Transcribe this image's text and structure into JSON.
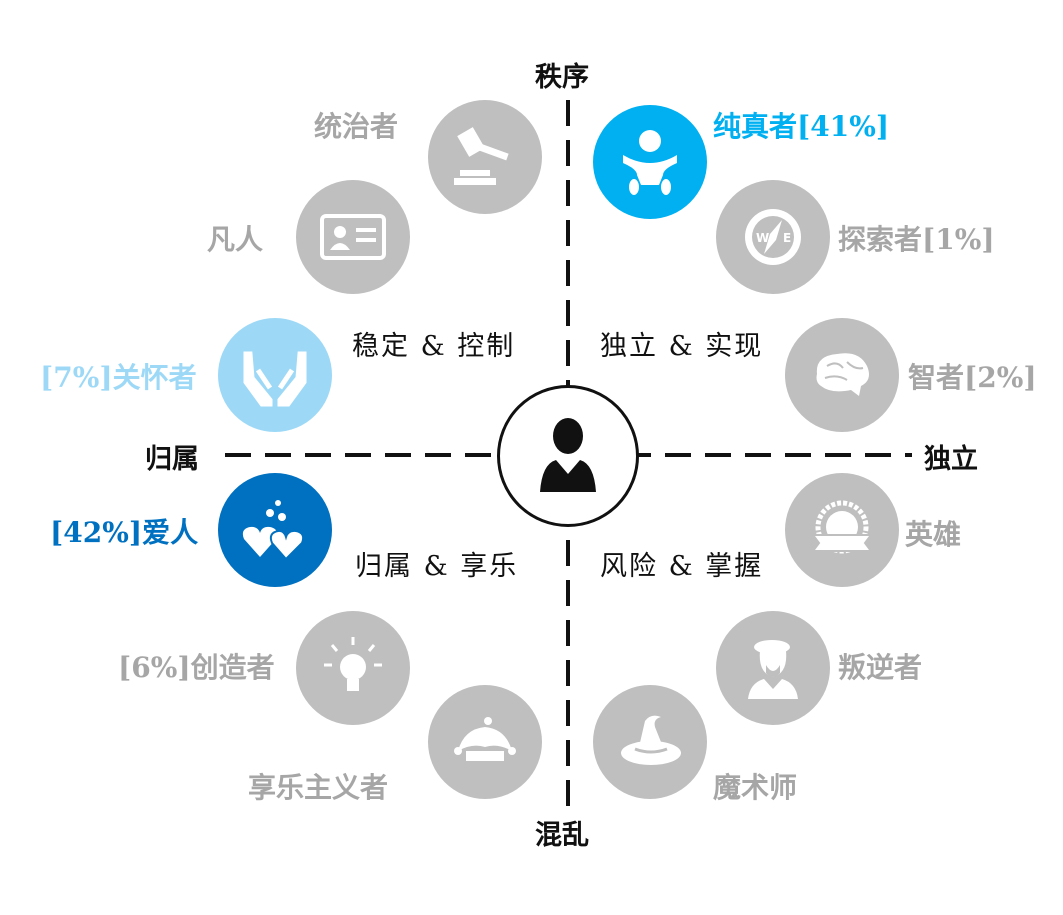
{
  "axes": {
    "top": "秩序",
    "bottom": "混乱",
    "left": "归属",
    "right": "独立"
  },
  "quadrants": {
    "top_left": "稳定 & 控制",
    "top_right": "独立 & 实现",
    "bottom_left": "归属 & 享乐",
    "bottom_right": "风险 & 掌握"
  },
  "colors": {
    "inactive": "#bfbfbf",
    "inactive_text": "#a6a6a6",
    "innocent": "#00b0f0",
    "caregiver": "#9dd9f7",
    "lover": "#0070c0"
  },
  "archetypes": [
    {
      "id": "ruler",
      "label": "统治者",
      "icon": "gavel-icon"
    },
    {
      "id": "everyman",
      "label": "凡人",
      "icon": "id-card-icon"
    },
    {
      "id": "caregiver",
      "label": "[7%]关怀者",
      "icon": "hands-icon",
      "percent": 7
    },
    {
      "id": "lover",
      "label": "[42%]爱人",
      "icon": "hearts-icon",
      "percent": 42
    },
    {
      "id": "creator",
      "label": "[6%]创造者",
      "icon": "lightbulb-icon",
      "percent": 6
    },
    {
      "id": "jester",
      "label": "享乐主义者",
      "icon": "jester-hat-icon"
    },
    {
      "id": "innocent",
      "label": "纯真者[41%]",
      "icon": "baby-icon",
      "percent": 41
    },
    {
      "id": "explorer",
      "label": "探索者[1%]",
      "icon": "compass-icon",
      "percent": 1
    },
    {
      "id": "sage",
      "label": "智者[2%]",
      "icon": "brain-icon",
      "percent": 2
    },
    {
      "id": "hero",
      "label": "英雄",
      "icon": "badge-icon"
    },
    {
      "id": "rebel",
      "label": "叛逆者",
      "icon": "rebel-icon"
    },
    {
      "id": "magician",
      "label": "魔术师",
      "icon": "wizard-hat-icon"
    }
  ],
  "compass_letters": {
    "w": "W",
    "e": "E"
  },
  "center_icon": "user-icon"
}
